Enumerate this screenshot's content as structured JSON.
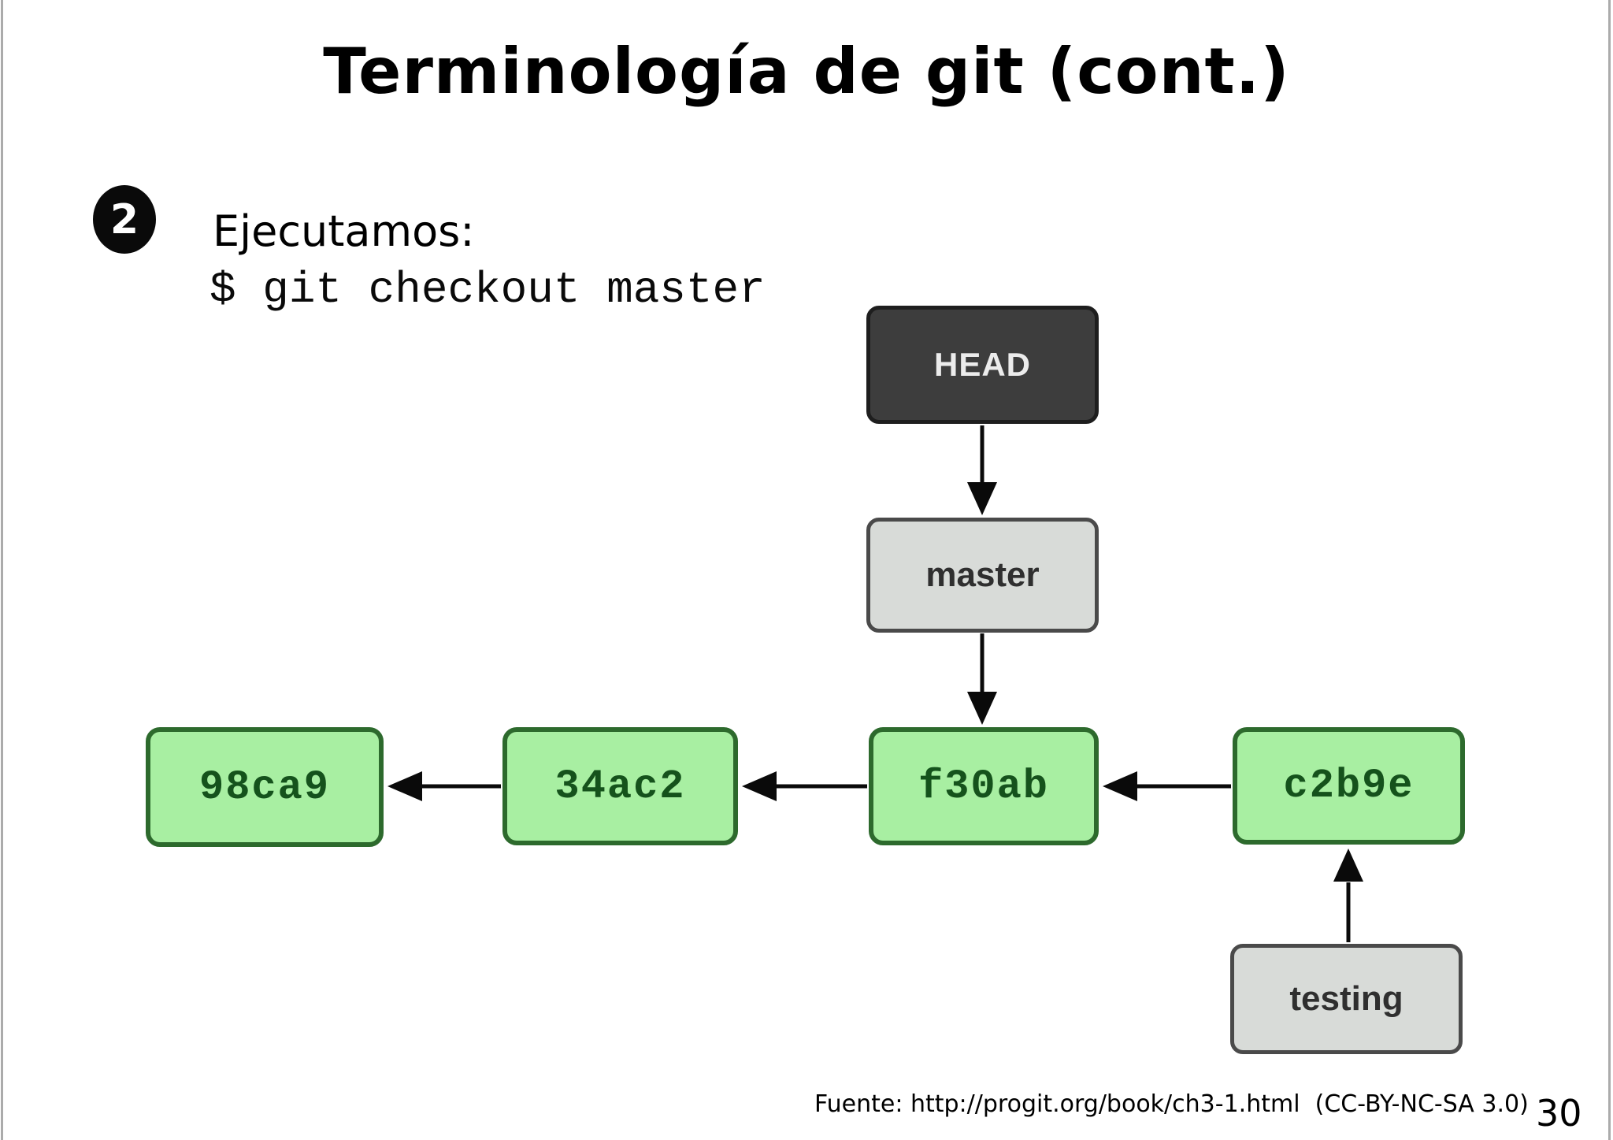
{
  "slide": {
    "title": "Terminología de git (cont.)",
    "footer": "Fuente: http://progit.org/book/ch3-1.html  (CC-BY-NC-SA 3.0)",
    "page_number": "30"
  },
  "step": {
    "number": "2",
    "label": "Ejecutamos:",
    "command": "$ git checkout master"
  },
  "diagram": {
    "head": {
      "label": "HEAD"
    },
    "branches": [
      {
        "label": "master"
      },
      {
        "label": "testing"
      }
    ],
    "commits": [
      {
        "id": "98ca9"
      },
      {
        "id": "34ac2"
      },
      {
        "id": "f30ab"
      },
      {
        "id": "c2b9e"
      }
    ],
    "edges": [
      "HEAD -> master",
      "master -> f30ab",
      "f30ab -> 34ac2",
      "34ac2 -> 98ca9",
      "c2b9e -> f30ab",
      "testing -> c2b9e"
    ],
    "colors": {
      "commit_fill": "#a8efa2",
      "commit_border": "#2d6a2d",
      "commit_text": "#15521c",
      "head_fill": "#3d3d3d",
      "head_border": "#1e1e1e",
      "head_text": "#ececec",
      "branch_fill": "#d8dbd8",
      "branch_border": "#4a4a4a",
      "branch_text": "#2f2f2f",
      "arrow": "#0a0a0a"
    }
  }
}
